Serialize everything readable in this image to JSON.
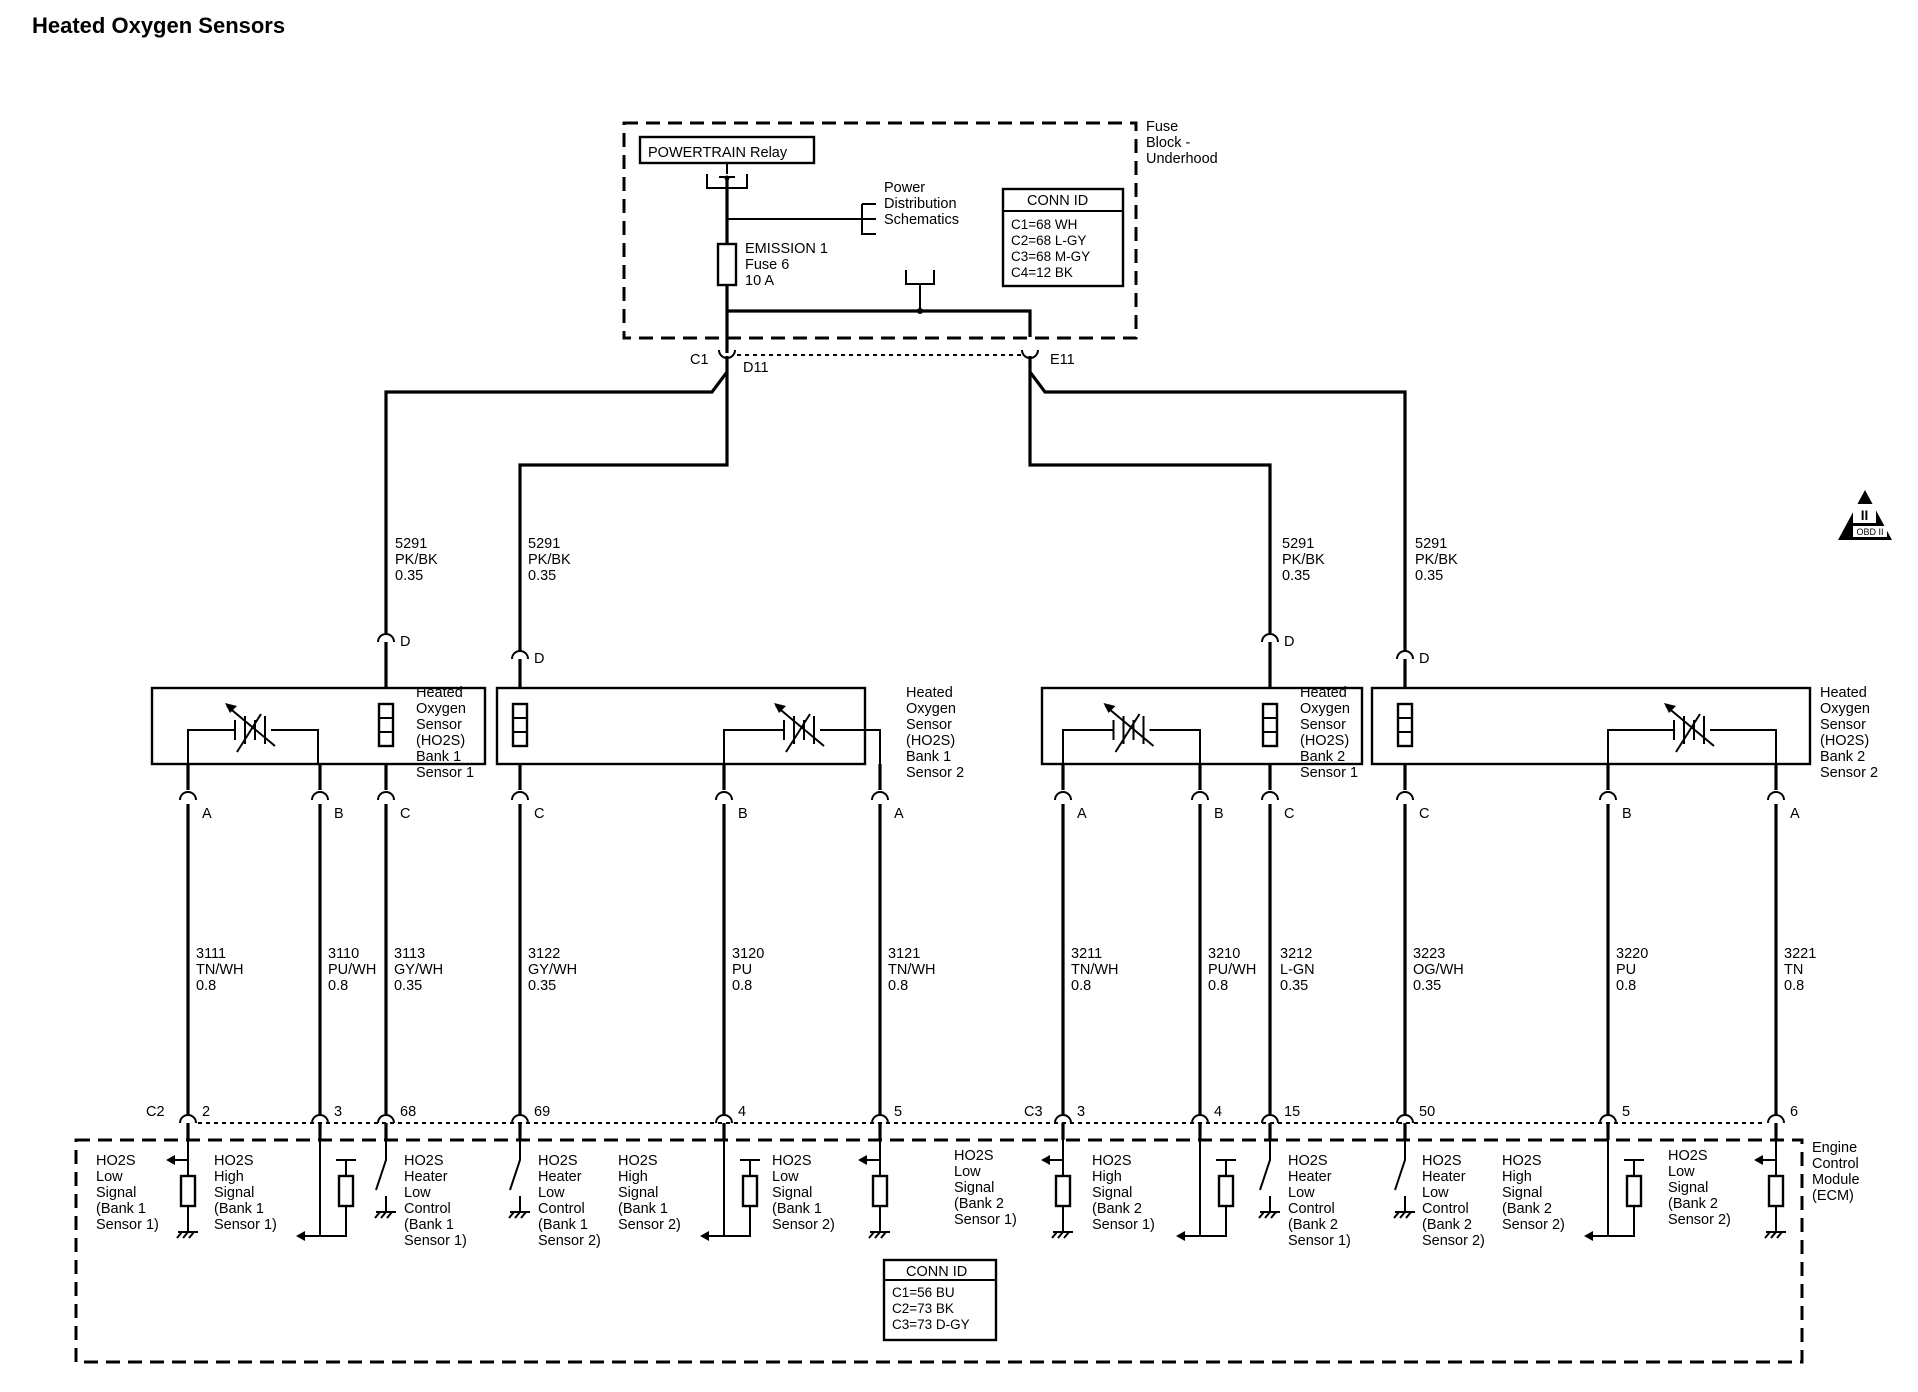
{
  "title": "Heated Oxygen Sensors",
  "fuse_block": {
    "label": [
      "Fuse",
      "Block -",
      "Underhood"
    ],
    "relay": "POWERTRAIN Relay",
    "power_distribution": [
      "Power",
      "Distribution",
      "Schematics"
    ],
    "fuse": [
      "EMISSION 1",
      "Fuse 6",
      "10 A"
    ],
    "conn_id_title": "CONN ID",
    "conn_id": [
      "C1=68 WH",
      "C2=68 L-GY",
      "C3=68 M-GY",
      "C4=12 BK"
    ],
    "connectors": {
      "c1": "C1",
      "d11": "D11",
      "e11": "E11"
    }
  },
  "obd_badge": {
    "roman": "II",
    "text": "OBD II"
  },
  "feed_wires": [
    {
      "id": "5291",
      "color": "PK/BK",
      "gauge": "0.35"
    },
    {
      "id": "5291",
      "color": "PK/BK",
      "gauge": "0.35"
    },
    {
      "id": "5291",
      "color": "PK/BK",
      "gauge": "0.35"
    },
    {
      "id": "5291",
      "color": "PK/BK",
      "gauge": "0.35"
    }
  ],
  "pins": {
    "A": "A",
    "B": "B",
    "C": "C",
    "D": "D"
  },
  "sensors": [
    {
      "label": [
        "Heated",
        "Oxygen",
        "Sensor",
        "(HO2S)",
        "Bank 1",
        "Sensor 1"
      ]
    },
    {
      "label": [
        "Heated",
        "Oxygen",
        "Sensor",
        "(HO2S)",
        "Bank 1",
        "Sensor 2"
      ]
    },
    {
      "label": [
        "Heated",
        "Oxygen",
        "Sensor",
        "(HO2S)",
        "Bank 2",
        "Sensor 1"
      ]
    },
    {
      "label": [
        "Heated",
        "Oxygen",
        "Sensor",
        "(HO2S)",
        "Bank 2",
        "Sensor 2"
      ]
    }
  ],
  "circuits": [
    {
      "id": "3111",
      "color": "TN/WH",
      "gauge": "0.8",
      "pin": "2"
    },
    {
      "id": "3110",
      "color": "PU/WH",
      "gauge": "0.8",
      "pin": "3"
    },
    {
      "id": "3113",
      "color": "GY/WH",
      "gauge": "0.35",
      "pin": "68"
    },
    {
      "id": "3122",
      "color": "GY/WH",
      "gauge": "0.35",
      "pin": "69"
    },
    {
      "id": "3120",
      "color": "PU",
      "gauge": "0.8",
      "pin": "4"
    },
    {
      "id": "3121",
      "color": "TN/WH",
      "gauge": "0.8",
      "pin": "5"
    },
    {
      "id": "3211",
      "color": "TN/WH",
      "gauge": "0.8",
      "pin": "3"
    },
    {
      "id": "3210",
      "color": "PU/WH",
      "gauge": "0.8",
      "pin": "4"
    },
    {
      "id": "3212",
      "color": "L-GN",
      "gauge": "0.35",
      "pin": "15"
    },
    {
      "id": "3223",
      "color": "OG/WH",
      "gauge": "0.35",
      "pin": "50"
    },
    {
      "id": "3220",
      "color": "PU",
      "gauge": "0.8",
      "pin": "5"
    },
    {
      "id": "3221",
      "color": "TN",
      "gauge": "0.8",
      "pin": "6"
    }
  ],
  "ecm": {
    "label": [
      "Engine",
      "Control",
      "Module",
      "(ECM)"
    ],
    "connectors": {
      "c2": "C2",
      "c3": "C3"
    },
    "functions": [
      [
        "HO2S",
        "Low",
        "Signal",
        "(Bank 1",
        "Sensor 1)"
      ],
      [
        "HO2S",
        "High",
        "Signal",
        "(Bank 1",
        "Sensor 1)"
      ],
      [
        "HO2S",
        "Heater",
        "Low",
        "Control",
        "(Bank 1",
        "Sensor 1)"
      ],
      [
        "HO2S",
        "Heater",
        "Low",
        "Control",
        "(Bank 1",
        "Sensor 2)"
      ],
      [
        "HO2S",
        "High",
        "Signal",
        "(Bank 1",
        "Sensor 2)"
      ],
      [
        "HO2S",
        "Low",
        "Signal",
        "(Bank 1",
        "Sensor 2)"
      ],
      [
        "HO2S",
        "Low",
        "Signal",
        "(Bank 2",
        "Sensor 1)"
      ],
      [
        "HO2S",
        "High",
        "Signal",
        "(Bank 2",
        "Sensor 1)"
      ],
      [
        "HO2S",
        "Heater",
        "Low",
        "Control",
        "(Bank 2",
        "Sensor 1)"
      ],
      [
        "HO2S",
        "Heater",
        "Low",
        "Control",
        "(Bank 2",
        "Sensor 2)"
      ],
      [
        "HO2S",
        "High",
        "Signal",
        "(Bank 2",
        "Sensor 2)"
      ],
      [
        "HO2S",
        "Low",
        "Signal",
        "(Bank 2",
        "Sensor 2)"
      ]
    ],
    "conn_id_title": "CONN ID",
    "conn_id": [
      "C1=56 BU",
      "C2=73 BK",
      "C3=73 D-GY"
    ]
  }
}
